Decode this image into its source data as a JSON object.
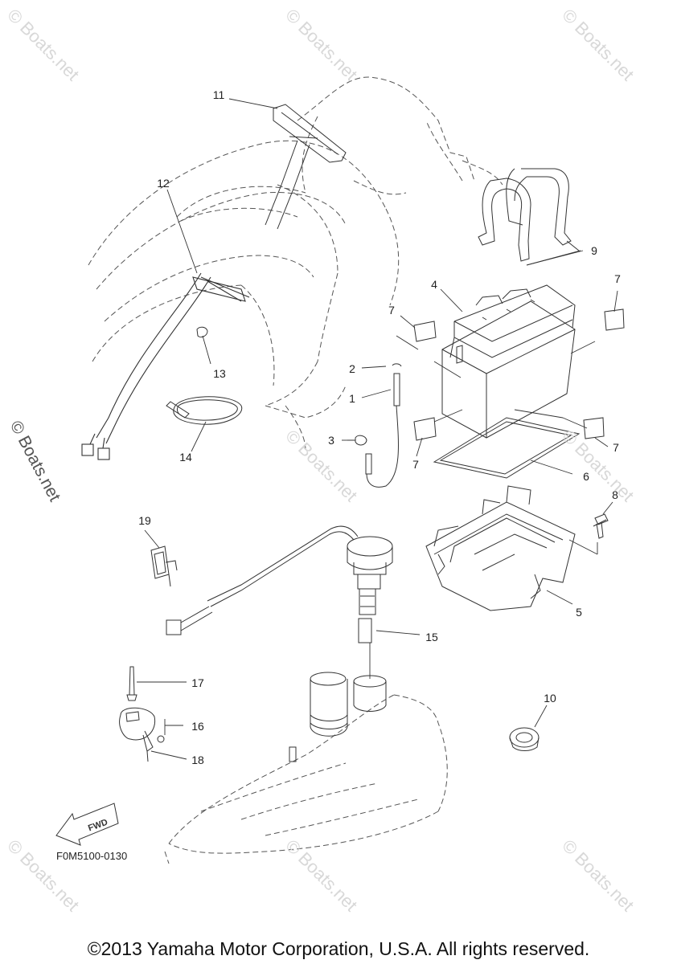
{
  "watermark_text": "© Boats.net",
  "part_code": "F0M5100-0130",
  "fwd_label": "FWD",
  "copyright": "©2013 Yamaha Motor Corporation, U.S.A. All rights reserved.",
  "callouts": [
    {
      "id": "11",
      "label": "11"
    },
    {
      "id": "12",
      "label": "12"
    },
    {
      "id": "13",
      "label": "13"
    },
    {
      "id": "14",
      "label": "14"
    },
    {
      "id": "9",
      "label": "9"
    },
    {
      "id": "4",
      "label": "4"
    },
    {
      "id": "7a",
      "label": "7"
    },
    {
      "id": "7b",
      "label": "7"
    },
    {
      "id": "7c",
      "label": "7"
    },
    {
      "id": "7d",
      "label": "7"
    },
    {
      "id": "2",
      "label": "2"
    },
    {
      "id": "1",
      "label": "1"
    },
    {
      "id": "3",
      "label": "3"
    },
    {
      "id": "6",
      "label": "6"
    },
    {
      "id": "8",
      "label": "8"
    },
    {
      "id": "5",
      "label": "5"
    },
    {
      "id": "19",
      "label": "19"
    },
    {
      "id": "15",
      "label": "15"
    },
    {
      "id": "17",
      "label": "17"
    },
    {
      "id": "16",
      "label": "16"
    },
    {
      "id": "18",
      "label": "18"
    },
    {
      "id": "10",
      "label": "10"
    }
  ]
}
